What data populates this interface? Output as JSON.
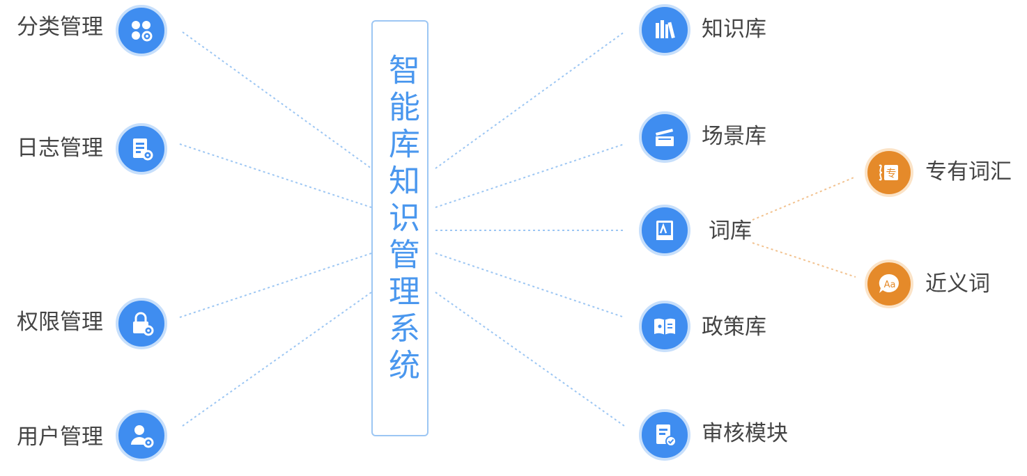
{
  "center": {
    "title": "智能库知识管理系统"
  },
  "left_nodes": [
    {
      "label": "分类管理",
      "icon": "grid-gear-icon"
    },
    {
      "label": "日志管理",
      "icon": "document-gear-icon"
    },
    {
      "label": "权限管理",
      "icon": "lock-gear-icon"
    },
    {
      "label": "用户管理",
      "icon": "user-gear-icon"
    }
  ],
  "right_nodes": [
    {
      "label": "知识库",
      "icon": "books-icon"
    },
    {
      "label": "场景库",
      "icon": "clapperboard-icon"
    },
    {
      "label": "词库",
      "icon": "dictionary-icon"
    },
    {
      "label": "政策库",
      "icon": "policy-book-icon"
    },
    {
      "label": "审核模块",
      "icon": "review-document-icon"
    }
  ],
  "sub_nodes": [
    {
      "label": "专有词汇",
      "icon": "proper-term-icon",
      "icon_text": "专"
    },
    {
      "label": "近义词",
      "icon": "synonym-chat-icon",
      "icon_text": "Aa"
    }
  ],
  "colors": {
    "primary_blue": "#3f8df0",
    "title_blue": "#4a97ee",
    "accent_orange": "#e58a2a",
    "connector_blue": "#9cc6f3",
    "connector_orange": "#f2c28f"
  }
}
